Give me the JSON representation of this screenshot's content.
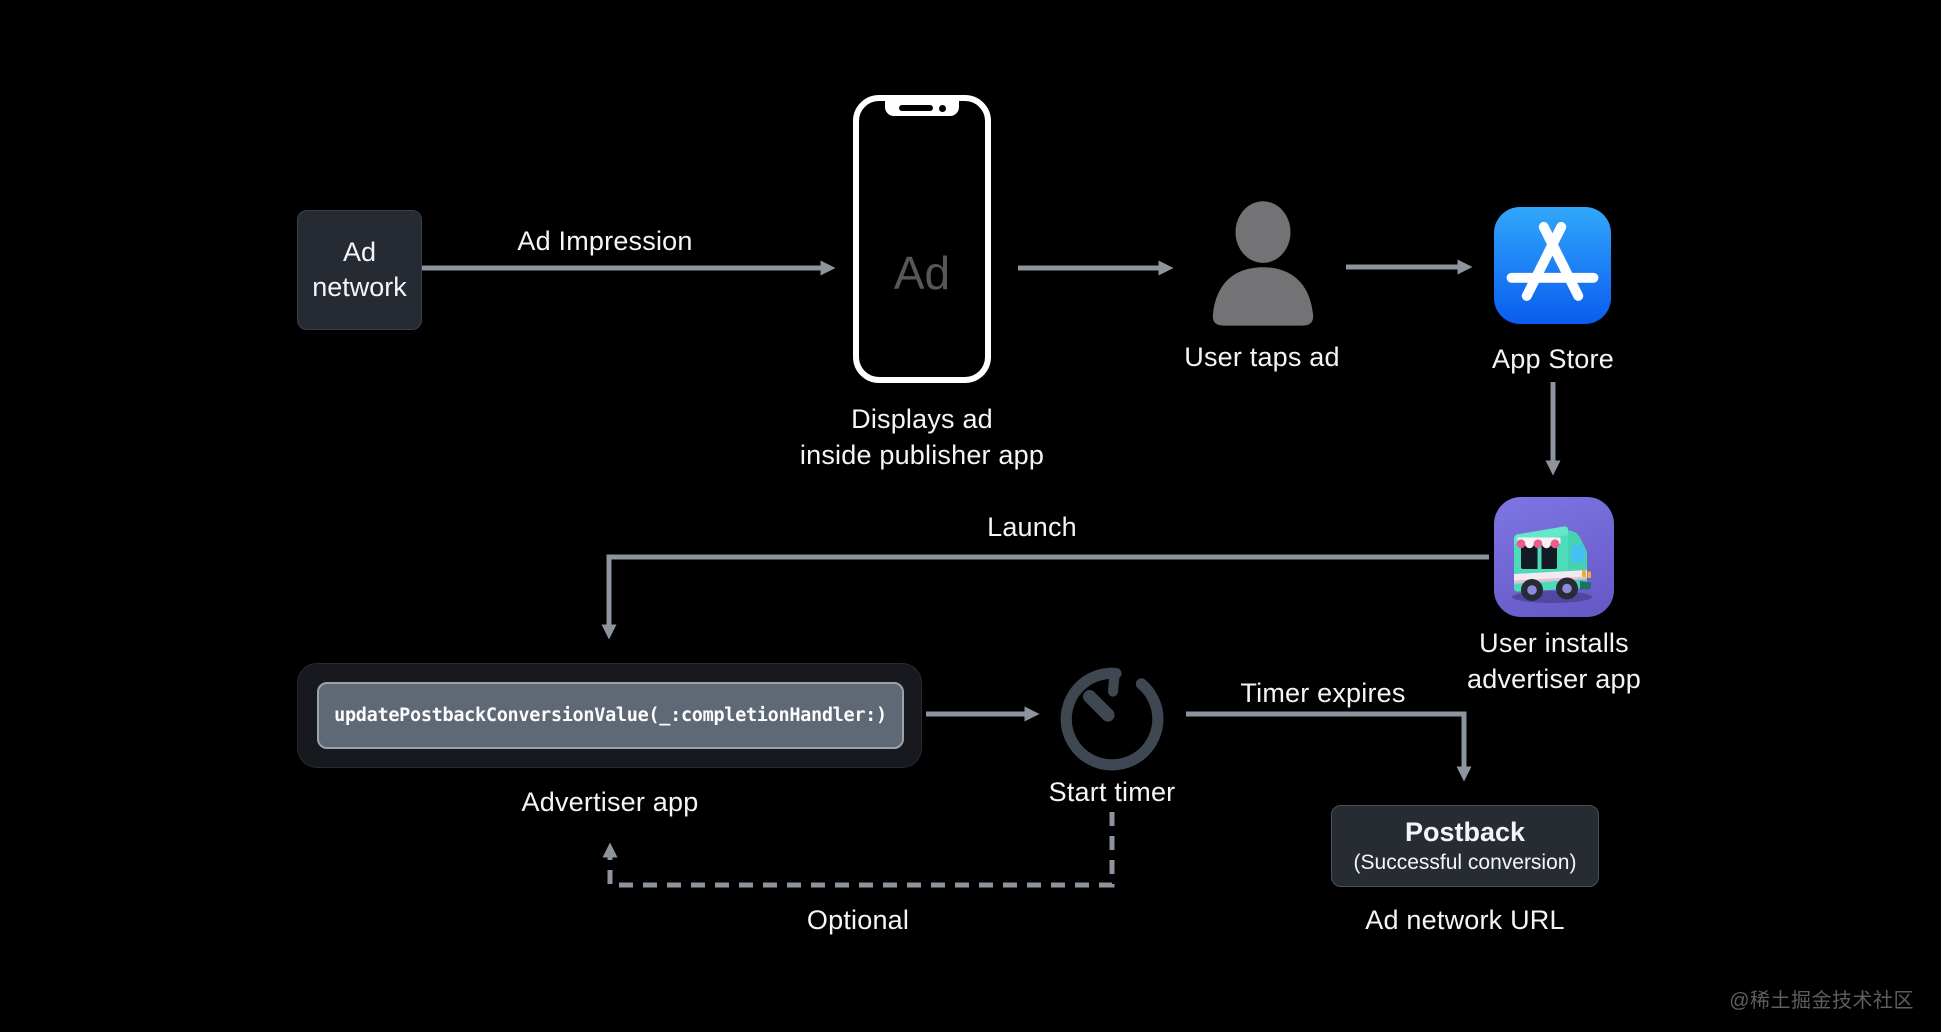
{
  "diagram": {
    "title_context": "SKAdNetwork ad attribution flow",
    "colors": {
      "background": "#000000",
      "arrow": "#8d949e",
      "node_box_fill": "#262b33",
      "code_panel_fill": "#5f6975",
      "code_panel_border": "#9aa2ac",
      "app_store_blue_top": "#31a7fa",
      "app_store_blue_bottom": "#0a5cf0",
      "advertiser_purple": "#7d76e2",
      "truck_mint": "#4cdcba"
    },
    "nodes": {
      "ad_network": {
        "line1": "Ad",
        "line2": "network"
      },
      "publisher_phone": {
        "screen_label": "Ad",
        "caption_line1": "Displays ad",
        "caption_line2": "inside publisher app"
      },
      "user": {
        "caption": "User taps ad"
      },
      "app_store": {
        "caption": "App Store"
      },
      "advertiser_install": {
        "caption_line1": "User installs",
        "caption_line2": "advertiser app"
      },
      "advertiser_app": {
        "code": "updatePostbackConversionValue(_:completionHandler:)",
        "caption": "Advertiser app"
      },
      "timer": {
        "caption": "Start timer"
      },
      "postback": {
        "title": "Postback",
        "subtitle": "(Successful conversion)",
        "caption": "Ad network URL"
      }
    },
    "edges": {
      "ad_impression": "Ad Impression",
      "launch": "Launch",
      "timer_expires": "Timer expires",
      "optional": "Optional"
    },
    "watermark": "@稀土掘金技术社区"
  }
}
